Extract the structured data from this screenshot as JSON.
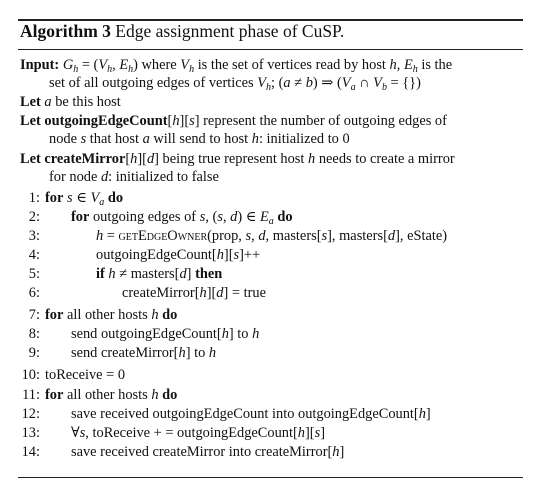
{
  "title": {
    "label": "Algorithm 3",
    "text": "Edge assignment phase of CuSP."
  },
  "input_keyword": "Input:",
  "let_keyword": "Let",
  "keywords": {
    "for": "for",
    "do": "do",
    "if": "if",
    "then": "then"
  },
  "preamble": {
    "input_line1_rest": "where",
    "input_line1_tail": "is the set of vertices read by host",
    "input_line1_end": "is the",
    "input_line2_a": "set of all outgoing edges of vertices",
    "let1_text": "be this host",
    "let2_name": "outgoingEdgeCount",
    "let2_rest": "represent the number of outgoing edges of",
    "let2_line2": "that host",
    "let2_line2b": "will send to host",
    "let2_line2c": ": initialized to 0",
    "let3_name": "createMirror",
    "let3_rest": "being true represent host",
    "let3_rest2": "needs to create a mirror",
    "let3_line2": "for node",
    "let3_line2b": ": initialized to false"
  },
  "lines": [
    {
      "num": "1:",
      "text_after_for": ""
    },
    {
      "num": "2:",
      "text": "outgoing edges of"
    },
    {
      "num": "3:",
      "func": "getEdgeOwner",
      "args": "(prop,",
      "args2": "masters[",
      "args3": "], masters[",
      "args4": "], eState)"
    },
    {
      "num": "4:",
      "text": "outgoingEdgeCount["
    },
    {
      "num": "5:",
      "text": "masters["
    },
    {
      "num": "6:",
      "text": "createMirror[",
      "text2": "] = true"
    },
    {
      "num": "7:",
      "text": "all other hosts"
    },
    {
      "num": "8:",
      "text": "send outgoingEdgeCount[",
      "text2": "] to"
    },
    {
      "num": "9:",
      "text": "send createMirror[",
      "text2": "] to"
    },
    {
      "num": "10:",
      "text": "toReceive = 0"
    },
    {
      "num": "11:",
      "text": "all other hosts"
    },
    {
      "num": "12:",
      "text": "save received outgoingEdgeCount into outgoingEdgeCount["
    },
    {
      "num": "13:",
      "text": "toReceive + = outgoingEdgeCount["
    },
    {
      "num": "14:",
      "text": "save received createMirror into createMirror["
    }
  ]
}
